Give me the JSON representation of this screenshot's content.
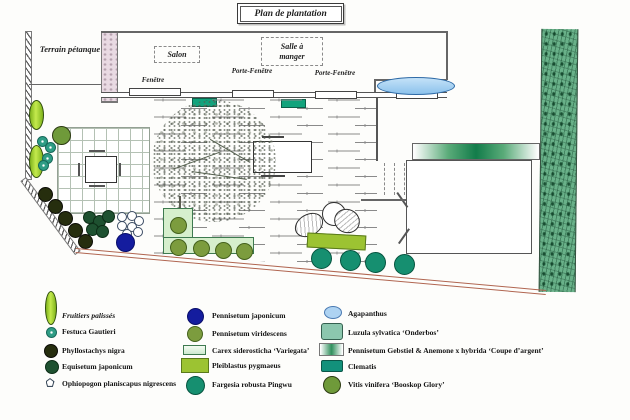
{
  "title": "Plan de plantation",
  "plan": {
    "labels": {
      "terrain_petanque": "Terrain pétanque",
      "salon": "Salon",
      "salle_a_manger": "Salle à manger",
      "fenetre": "Fenêtre",
      "porte_fenetre_1": "Porte-Fenêtre",
      "porte_fenetre_2": "Porte-Fenêtre"
    },
    "features": [
      "tree-canopy",
      "wood-decking",
      "grid-patio",
      "garden-table",
      "patio-table",
      "pond",
      "hedge",
      "stone-wall",
      "boundary-hatch",
      "red-boundary-line",
      "l-shaped-planter",
      "stones",
      "gradient-planter",
      "garage"
    ]
  },
  "legend": {
    "columns": [
      {
        "items": [
          {
            "marker": "espalier-ellipse",
            "label": "Fruitiers palissés"
          },
          {
            "marker": "festuca-dot",
            "label": "Festuca Gautieri"
          },
          {
            "marker": "dark-circle",
            "label": "Phyllostachys nigra"
          },
          {
            "marker": "darkgreen-circle",
            "label": "Equisetum japonicum"
          },
          {
            "marker": "white-pentagon",
            "label": "Ophiopogon planiscapus nigrescens"
          }
        ]
      },
      {
        "items": [
          {
            "marker": "navy-circle",
            "label": "Pennisetum japonicum"
          },
          {
            "marker": "olive-circle",
            "label": "Pennisetum viridescens"
          },
          {
            "marker": "pale-green-rect",
            "label": "Carex siderosticha ‘Variegata’"
          },
          {
            "marker": "yellowgreen-rect",
            "label": "Pleiblastus pygmaeus"
          },
          {
            "marker": "teal-circle",
            "label": "Fargesia robusta Pingwu"
          }
        ]
      },
      {
        "items": [
          {
            "marker": "blue-ellipse",
            "label": "Agapanthus"
          },
          {
            "marker": "seagreen-rect",
            "label": "Luzula sylvatica ‘Onderbos’"
          },
          {
            "marker": "white-green-gradient-rect",
            "label": "Pennisetum Gebstiel & Anemone x hybrida ‘Coupe d’argent’"
          },
          {
            "marker": "teal-rect",
            "label": "Clematis"
          },
          {
            "marker": "green-circle",
            "label": "Vitis vinifera ‘Booskop Glory’"
          }
        ]
      }
    ]
  },
  "colors": {
    "deck_line": "#8a8a8a",
    "hedge_green": "#69b189",
    "pond_blue": "#a9d4f2",
    "teal": "#12917b",
    "yellow_green": "#9cc332",
    "olive_green": "#7c9c3e",
    "navy": "#141c9e",
    "dark_green": "#1e5130",
    "red_boundary": "#b06550"
  }
}
